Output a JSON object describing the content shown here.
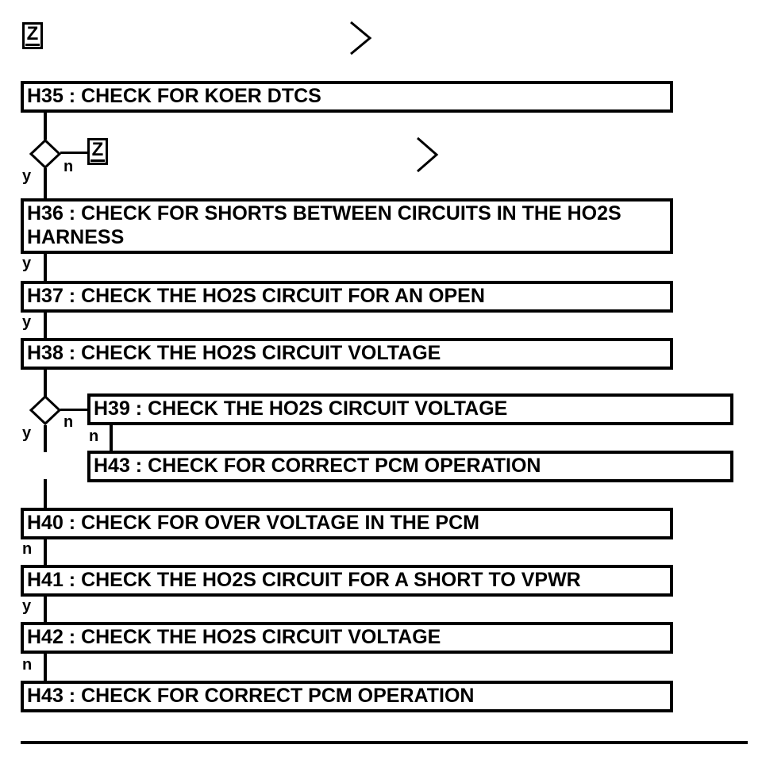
{
  "header": {
    "icon": "z-symbol-icon",
    "icon_text": "Z",
    "chevron": "chevron-right-icon"
  },
  "steps": {
    "h35": "H35 : CHECK FOR KOER DTCS",
    "h36": "H36 : CHECK FOR SHORTS BETWEEN CIRCUITS IN THE HO2S HARNESS",
    "h37": "H37 : CHECK THE HO2S CIRCUIT FOR AN OPEN",
    "h38": "H38 : CHECK THE HO2S CIRCUIT VOLTAGE",
    "h39": "H39 : CHECK THE HO2S CIRCUIT VOLTAGE",
    "h43_branch": "H43 : CHECK FOR CORRECT PCM OPERATION",
    "h40": "H40 : CHECK FOR OVER VOLTAGE IN THE PCM",
    "h41": "H41 : CHECK THE HO2S CIRCUIT FOR A SHORT TO VPWR",
    "h42": "H42 : CHECK THE HO2S CIRCUIT VOLTAGE",
    "h43": "H43 : CHECK FOR CORRECT PCM OPERATION"
  },
  "decisions": {
    "d1": {
      "yes": "y",
      "no": "n",
      "no_icon_text": "Z"
    },
    "d2": {
      "yes": "y",
      "no": "n"
    }
  },
  "connectors": {
    "h36_out": "y",
    "h37_out": "y",
    "h39_out": "n",
    "h40_out": "n",
    "h41_out": "y",
    "h42_out": "n"
  }
}
